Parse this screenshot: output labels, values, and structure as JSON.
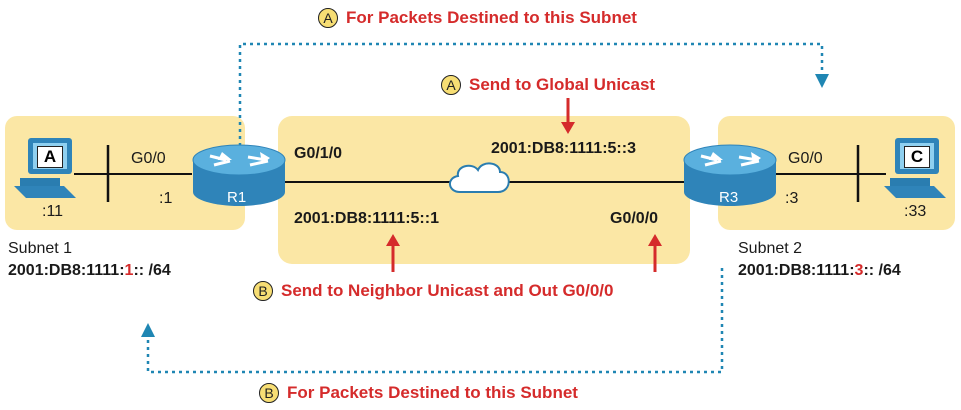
{
  "callouts": {
    "top": {
      "marker": "A",
      "text": "For Packets Destined to this Subnet"
    },
    "global": {
      "marker": "A",
      "text": "Send to Global Unicast"
    },
    "neighbor": {
      "marker": "B",
      "text": "Send to Neighbor Unicast and Out G0/0/0"
    },
    "bottom": {
      "marker": "B",
      "text": "For Packets Destined to this Subnet"
    }
  },
  "pc_a": {
    "badge": "A",
    "host": ":11"
  },
  "pc_c": {
    "badge": "C",
    "host": ":33"
  },
  "r1": {
    "name": "R1",
    "lan_if": "G0/0",
    "lan_host": ":1",
    "wan_if": "G0/1/0",
    "wan_addr": "2001:DB8:1111:5::1"
  },
  "r3": {
    "name": "R3",
    "lan_if": "G0/0",
    "lan_host": ":3",
    "wan_if": "G0/0/0",
    "wan_addr": "2001:DB8:1111:5::3"
  },
  "subnet1": {
    "label": "Subnet 1",
    "prefix": "2001:DB8:1111:",
    "hl": "1",
    "suffix": ":: /64"
  },
  "subnet2": {
    "label": "Subnet 2",
    "prefix": "2001:DB8:1111:",
    "hl": "3",
    "suffix": ":: /64"
  },
  "colors": {
    "zone": "#fbe7a5",
    "highlight": "#d52b2b",
    "path": "#1f86b3",
    "router": "#3a94c5",
    "marker": "#f7de74"
  }
}
